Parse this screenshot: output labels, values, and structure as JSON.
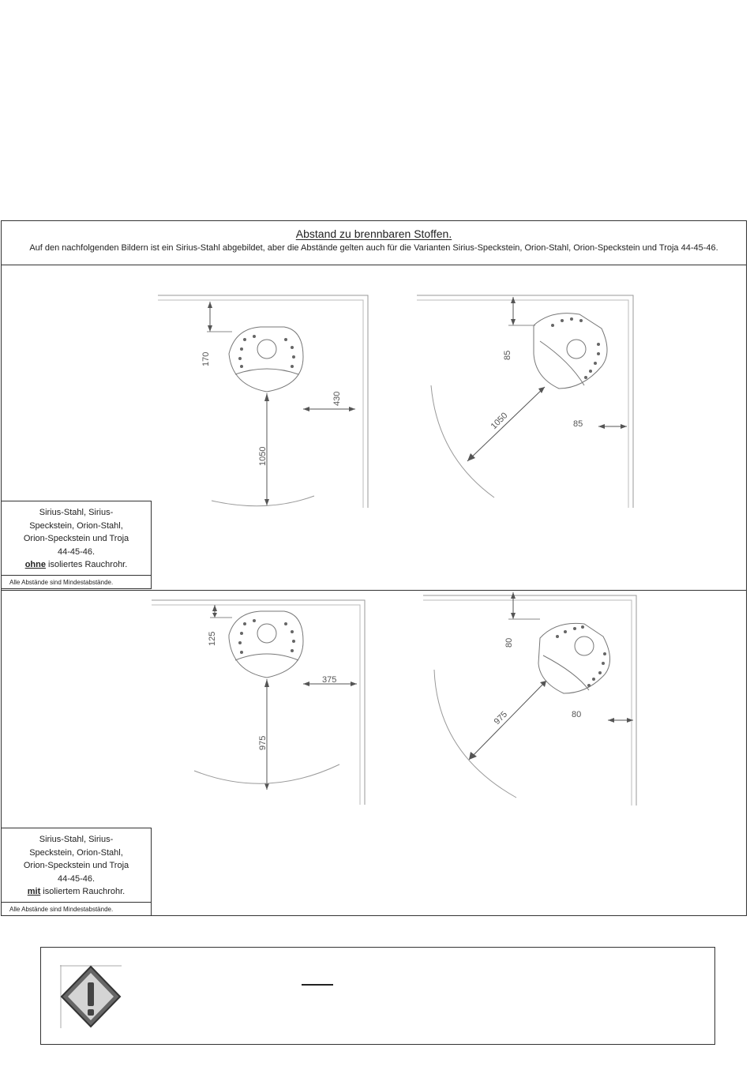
{
  "header": {
    "title": "Abstand zu brennbaren Stoffen.",
    "subtitle": "Auf den nachfolgenden Bildern ist ein Sirius-Stahl abgebildet, aber die Abstände gelten auch für die Varianten Sirius-Speckstein, Orion-Stahl, Orion-Speckstein und Troja 44-45-46."
  },
  "sections": [
    {
      "label_lines": [
        "Sirius-Stahl, Sirius-",
        "Speckstein, Orion-Stahl,",
        "Orion-Speckstein und Troja",
        "44-45-46."
      ],
      "label_emph": "ohne",
      "label_rest": " isoliertes Rauchrohr.",
      "note": "Alle Abstände sind Mindestabstände.",
      "left_dims": {
        "rear": "170",
        "side": "430",
        "front": "1050"
      },
      "right_dims": {
        "rear": "85",
        "diag": "1050",
        "side": "85"
      }
    },
    {
      "label_lines": [
        "Sirius-Stahl, Sirius-",
        "Speckstein, Orion-Stahl,",
        "Orion-Speckstein und Troja",
        "44-45-46."
      ],
      "label_emph": "mit",
      "label_rest": " isoliertem Rauchrohr.",
      "note": "Alle Abstände sind Mindestabstände.",
      "left_dims": {
        "rear": "125",
        "side": "375",
        "front": "975"
      },
      "right_dims": {
        "rear": "80",
        "diag": "975",
        "side": "80"
      }
    }
  ],
  "notice": {
    "icon": "warning-diamond-icon"
  }
}
